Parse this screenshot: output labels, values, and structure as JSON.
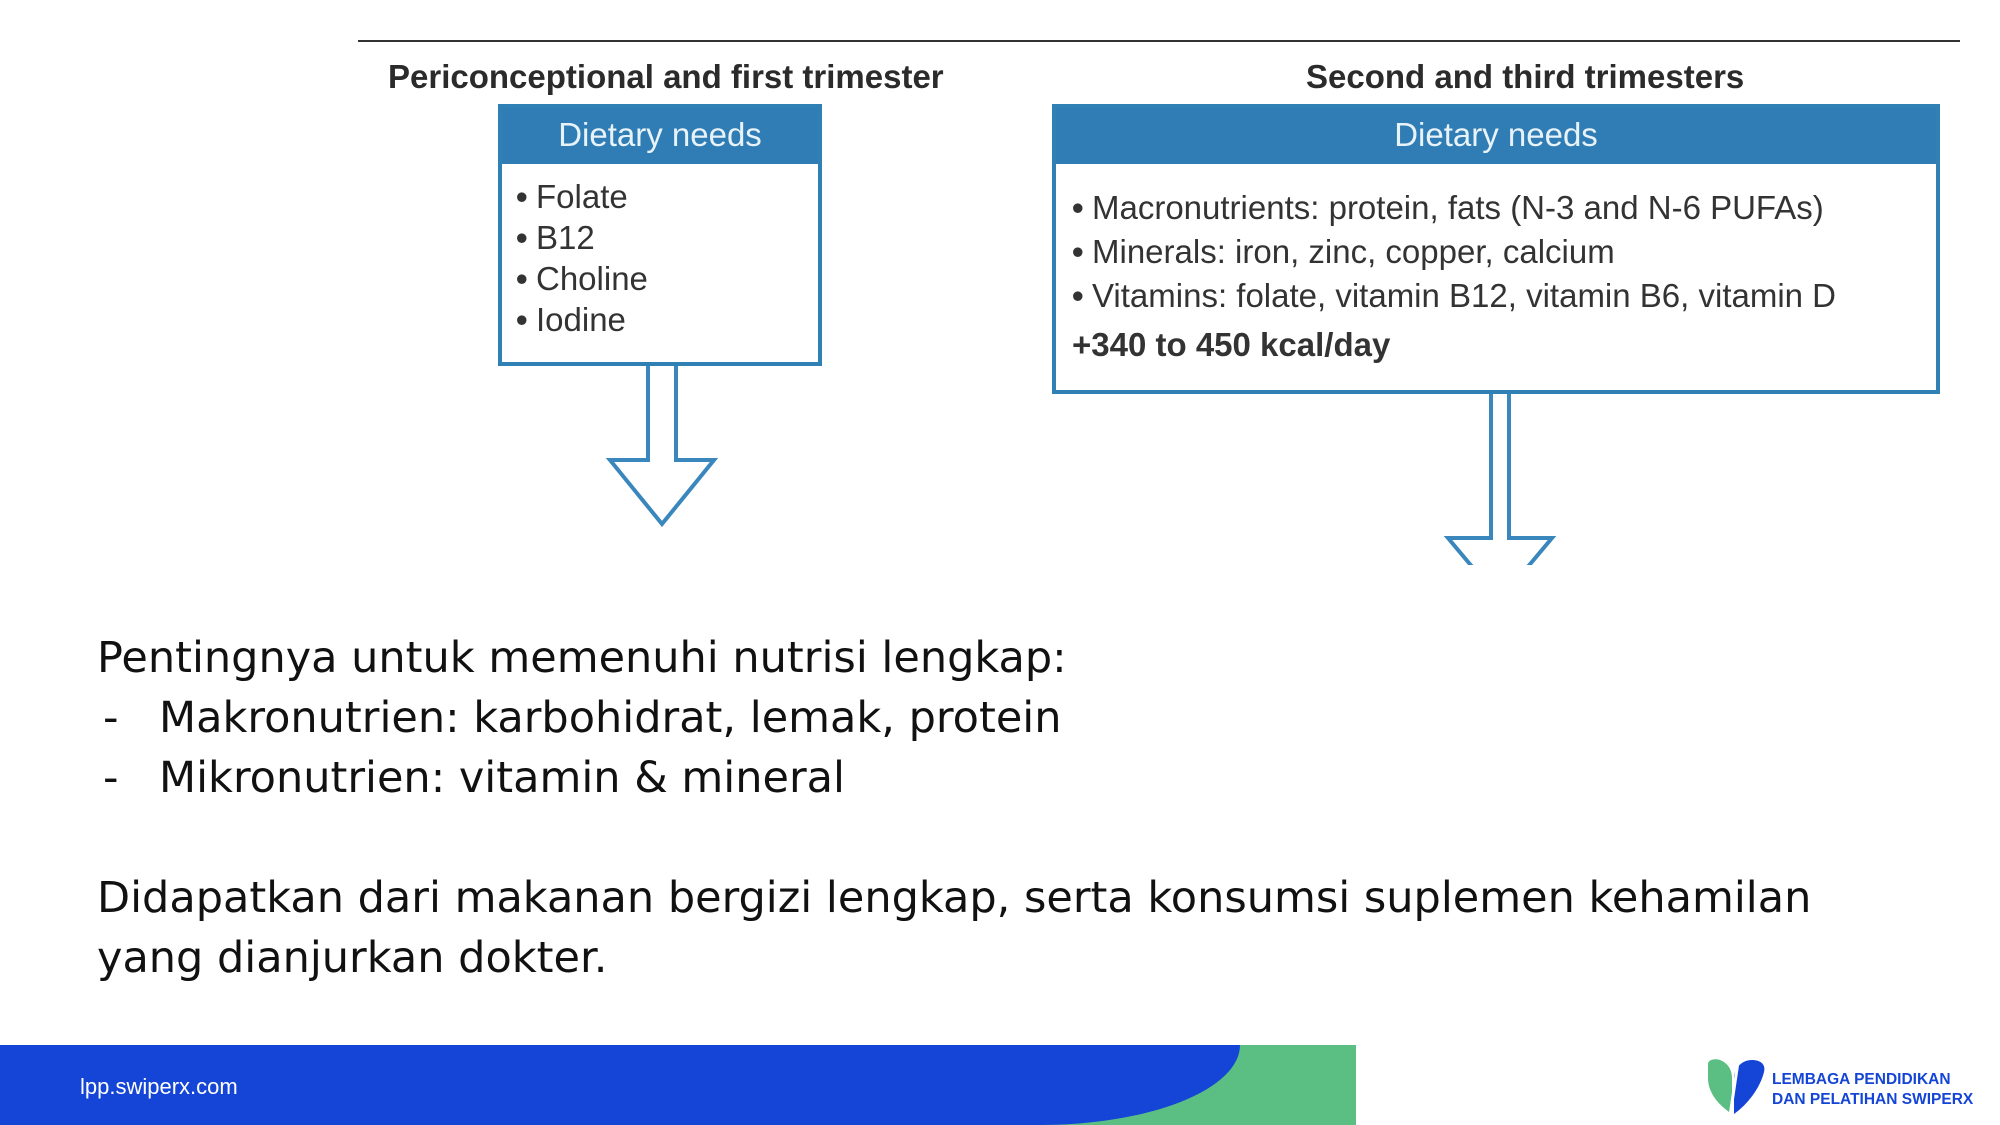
{
  "figure": {
    "left": {
      "heading": "Periconceptional and first trimester",
      "box_title": "Dietary needs",
      "items": [
        "Folate",
        "B12",
        "Choline",
        "Iodine"
      ]
    },
    "right": {
      "heading": "Second and third trimesters",
      "box_title": "Dietary needs",
      "items": [
        "Macronutrients: protein, fats (N-3 and N-6 PUFAs)",
        "Minerals: iron, zinc, copper, calcium",
        "Vitamins: folate, vitamin B12, vitamin B6, vitamin D"
      ],
      "energy": "+340 to 450 kcal/day"
    },
    "bullet": "•",
    "colors": {
      "accent": "#2f7db4",
      "arrow": "#3a87bd"
    }
  },
  "content": {
    "intro": "Pentingnya untuk memenuhi nutrisi lengkap:",
    "dash": "-",
    "points": [
      "Makronutrien: karbohidrat, lemak, protein",
      "Mikronutrien: vitamin & mineral"
    ],
    "closing_line1": "Didapatkan dari makanan bergizi lengkap, serta konsumsi suplemen kehamilan",
    "closing_line2": "yang dianjurkan dokter."
  },
  "footer": {
    "url": "lpp.swiperx.com",
    "logo_line1": "LEMBAGA PENDIDIKAN",
    "logo_line2": "DAN PELATIHAN SWIPERX",
    "colors": {
      "blue": "#1545d6",
      "green": "#5bbf83"
    }
  }
}
